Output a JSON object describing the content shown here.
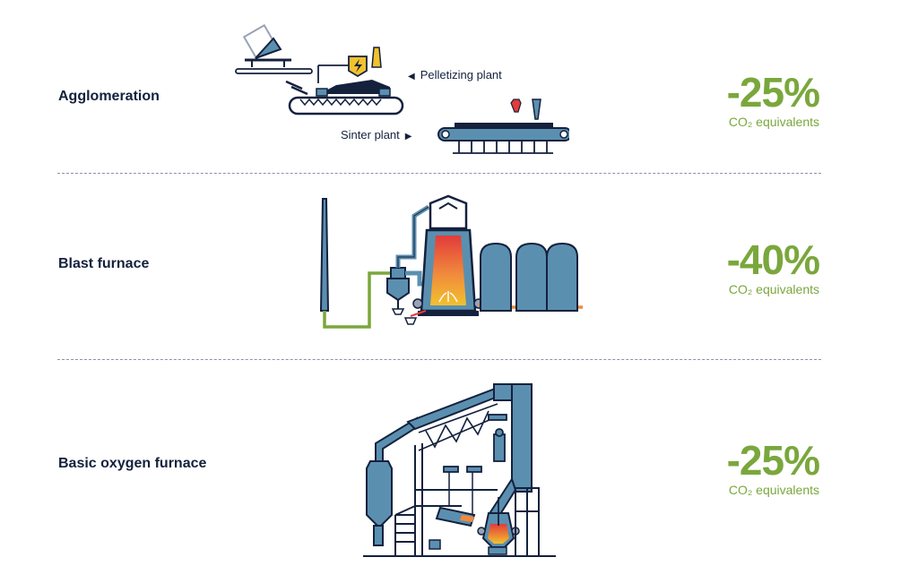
{
  "sections": [
    {
      "label": "Agglomeration",
      "reduction": "-25%",
      "unit": "CO₂ equivalents",
      "annotations": {
        "pellet": "Pelletizing plant",
        "sinter": "Sinter plant"
      }
    },
    {
      "label": "Blast furnace",
      "reduction": "-40%",
      "unit": "CO₂ equivalents"
    },
    {
      "label": "Basic oxygen furnace",
      "reduction": "-25%",
      "unit": "CO₂ equivalents"
    }
  ],
  "colors": {
    "navy": "#14213d",
    "steel_blue": "#5b8fb0",
    "green": "#7aa73c",
    "orange": "#f08a3c",
    "yellow": "#f2c12e",
    "fire_red": "#e23b3b"
  }
}
